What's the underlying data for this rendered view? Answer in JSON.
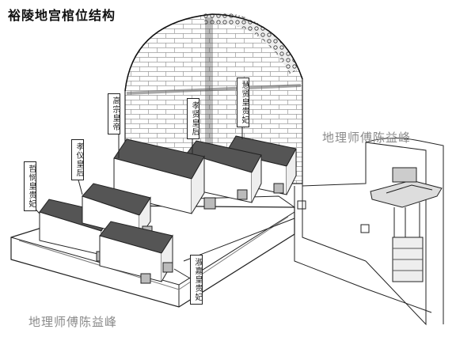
{
  "title": "裕陵地宫棺位结构",
  "watermarks": [
    "地理师傅陈益峰",
    "地理师傅陈益峰"
  ],
  "coffin_labels": [
    {
      "id": "qianlong",
      "text": "高宗皇帝"
    },
    {
      "id": "xiaoxian",
      "text": "孝贤皇后"
    },
    {
      "id": "xiaoyi",
      "text": "孝仪皇后"
    },
    {
      "id": "huixian",
      "text": "慧贤皇贵妃"
    },
    {
      "id": "zhemin",
      "text": "哲悯皇贵妃"
    },
    {
      "id": "shujia",
      "text": "淑嘉皇贵妃"
    }
  ],
  "colors": {
    "line": "#222222",
    "roof": "#555555",
    "wall_hatch": "#999999",
    "watermark": "#8a8a8a"
  }
}
